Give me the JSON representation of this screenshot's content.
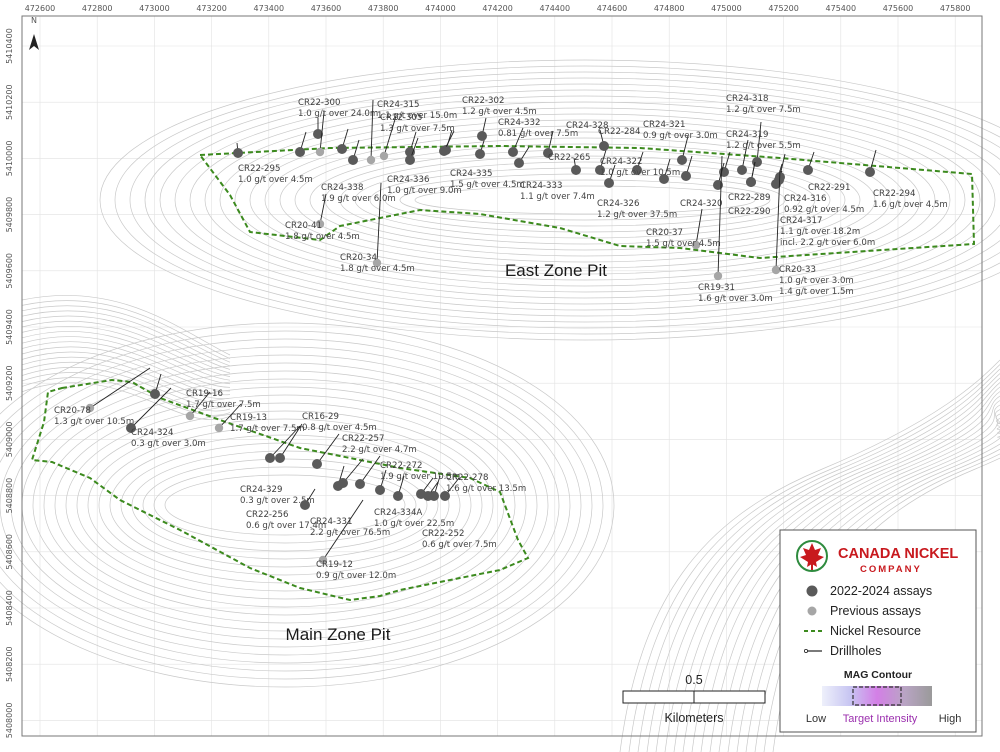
{
  "map": {
    "north": "N",
    "x_ticks": [
      "472600",
      "472800",
      "473000",
      "473200",
      "473400",
      "473600",
      "473800",
      "474000",
      "474200",
      "474400",
      "474600",
      "474800",
      "475000",
      "475200",
      "475400",
      "475600",
      "475800"
    ],
    "y_ticks": [
      "5410400",
      "5410200",
      "5410000",
      "5409800",
      "5409600",
      "5409400",
      "5409200",
      "5409000",
      "5408800",
      "5408600",
      "5408400",
      "5408200",
      "5408000"
    ],
    "pits": {
      "east": "East Zone Pit",
      "main": "Main Zone Pit"
    },
    "scale": {
      "value": "0.5",
      "unit": "Kilometers"
    }
  },
  "drillholes": [
    {
      "id": "CR22-295",
      "lines": [
        "CR22-295",
        "1.0 g/t over 4.5m"
      ]
    },
    {
      "id": "CR22-300",
      "lines": [
        "CR22-300",
        "1.0 g/t over 24.0m"
      ]
    },
    {
      "id": "CR24-315",
      "lines": [
        "CR24-315",
        "1.1 g/t over 15.0m"
      ]
    },
    {
      "id": "CR22-305",
      "lines": [
        "CR22-305",
        "1.3 g/t over 7.5m"
      ]
    },
    {
      "id": "CR22-302",
      "lines": [
        "CR22-302",
        "1.2 g/t over 4.5m"
      ]
    },
    {
      "id": "CR24-332",
      "lines": [
        "CR24-332",
        "0.81 g/t over 7.5m"
      ]
    },
    {
      "id": "CR24-328",
      "lines": [
        "CR24-328"
      ]
    },
    {
      "id": "CR22-284",
      "lines": [
        "CR22-284"
      ]
    },
    {
      "id": "CR24-321",
      "lines": [
        "CR24-321",
        "0.9 g/t over 3.0m"
      ]
    },
    {
      "id": "CR24-318",
      "lines": [
        "CR24-318",
        "1.2 g/t over 7.5m"
      ]
    },
    {
      "id": "CR24-319",
      "lines": [
        "CR24-319",
        "1.2 g/t over 5.5m"
      ]
    },
    {
      "id": "CR22-265",
      "lines": [
        "CR22-265"
      ]
    },
    {
      "id": "CR24-322",
      "lines": [
        "CR24-322",
        "1.0 g/t over 10.5m"
      ]
    },
    {
      "id": "CR24-338",
      "lines": [
        "CR24-338",
        "1.9 g/t over 6.0m"
      ]
    },
    {
      "id": "CR24-336",
      "lines": [
        "CR24-336",
        "1.0 g/t over 9.0m"
      ]
    },
    {
      "id": "CR24-335",
      "lines": [
        "CR24-335",
        "1.5 g/t over 4.5m"
      ]
    },
    {
      "id": "CR24-333",
      "lines": [
        "CR24-333",
        "1.1 g/t over 7.4m"
      ]
    },
    {
      "id": "CR24-326",
      "lines": [
        "CR24-326",
        "1.2 g/t over 37.5m"
      ]
    },
    {
      "id": "CR24-320",
      "lines": [
        "CR24-320"
      ]
    },
    {
      "id": "CR22-289",
      "lines": [
        "CR22-289"
      ]
    },
    {
      "id": "CR22-290",
      "lines": [
        "CR22-290"
      ]
    },
    {
      "id": "CR24-316",
      "lines": [
        "CR24-316",
        "0.92 g/t over 4.5m"
      ]
    },
    {
      "id": "CR22-291",
      "lines": [
        "CR22-291"
      ]
    },
    {
      "id": "CR22-294",
      "lines": [
        "CR22-294",
        "1.6 g/t over 4.5m"
      ]
    },
    {
      "id": "CR24-317",
      "lines": [
        "CR24-317",
        "1.1 g/t over 18.2m",
        "incl. 2.2 g/t over 6.0m"
      ]
    },
    {
      "id": "CR20-41",
      "lines": [
        "CR20-41",
        "1.8 g/t over 4.5m"
      ]
    },
    {
      "id": "CR20-34",
      "lines": [
        "CR20-34",
        "1.8 g/t over 4.5m"
      ]
    },
    {
      "id": "CR20-37",
      "lines": [
        "CR20-37",
        "1.5 g/t over 4.5m"
      ]
    },
    {
      "id": "CR19-31",
      "lines": [
        "CR19-31",
        "1.6 g/t over 3.0m"
      ]
    },
    {
      "id": "CR20-33",
      "lines": [
        "CR20-33",
        "1.0 g/t over 3.0m",
        "1.4 g/t over 1.5m"
      ]
    },
    {
      "id": "CR20-78",
      "lines": [
        "CR20-78",
        "1.3 g/t over 10.5m"
      ]
    },
    {
      "id": "CR24-324",
      "lines": [
        "CR24-324",
        "0.3 g/t over 3.0m"
      ]
    },
    {
      "id": "CR19-16",
      "lines": [
        "CR19-16",
        "1.7 g/t over 7.5m"
      ]
    },
    {
      "id": "CR19-13",
      "lines": [
        "CR19-13",
        "1.7 g/t over 7.5m"
      ]
    },
    {
      "id": "CR16-29",
      "lines": [
        "CR16-29",
        "0.8 g/t over 4.5m"
      ]
    },
    {
      "id": "CR22-257",
      "lines": [
        "CR22-257",
        "2.2 g/t over 4.7m"
      ]
    },
    {
      "id": "CR22-272",
      "lines": [
        "CR22-272",
        "1.9 g/t over 10.5m"
      ]
    },
    {
      "id": "CR22-278",
      "lines": [
        "CR22-278",
        "1.6 g/t over 13.5m"
      ]
    },
    {
      "id": "CR24-329",
      "lines": [
        "CR24-329",
        "0.3 g/t over 2.5m"
      ]
    },
    {
      "id": "CR22-256",
      "lines": [
        "CR22-256",
        "0.6 g/t over 17.4m"
      ]
    },
    {
      "id": "CR24-331",
      "lines": [
        "CR24-331",
        "2.2 g/t over 76.5m"
      ]
    },
    {
      "id": "CR24-334A",
      "lines": [
        "CR24-334A",
        "1.0 g/t over 22.5m"
      ]
    },
    {
      "id": "CR22-252",
      "lines": [
        "CR22-252",
        "0.6 g/t over 7.5m"
      ]
    },
    {
      "id": "CR19-12",
      "lines": [
        "CR19-12",
        "0.9 g/t over 12.0m"
      ]
    }
  ],
  "legend": {
    "company_line1": "CANADA NICKEL",
    "company_line2": "COMPANY",
    "items": [
      "2022-2024 assays",
      "Previous assays",
      "Nickel Resource",
      "Drillholes"
    ],
    "mag_title": "MAG Contour",
    "mag_low": "Low",
    "mag_target": "Target Intensity",
    "mag_high": "High",
    "colors": {
      "new_assay": "#5a5a5a",
      "old_assay": "#a6a6a6",
      "resource": "#3c8a1e",
      "logo_red": "#c8191e",
      "target": "#9b2fae"
    }
  }
}
